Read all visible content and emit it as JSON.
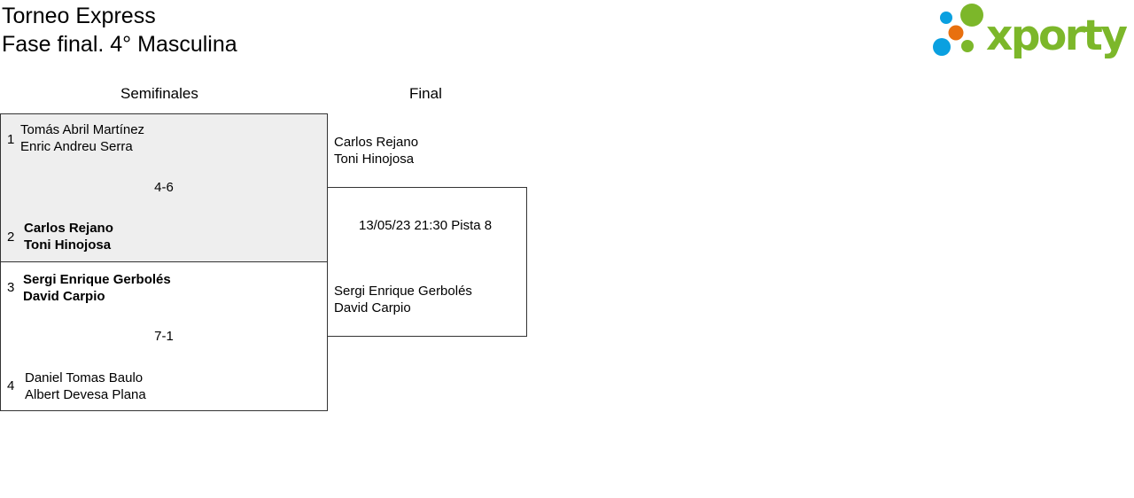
{
  "header": {
    "title": "Torneo Express",
    "subtitle": "Fase final. 4° Masculina",
    "logo_text": "xporty"
  },
  "columns": {
    "semis": "Semifinales",
    "final": "Final"
  },
  "semis": [
    {
      "score": "4-6",
      "teams": [
        {
          "seed": "1",
          "p1": "Tomás Abril Martínez",
          "p2": "Enric Andreu Serra"
        },
        {
          "seed": "2",
          "p1": "Carlos Rejano",
          "p2": "Toni Hinojosa"
        }
      ]
    },
    {
      "score": "7-1",
      "teams": [
        {
          "seed": "3",
          "p1": "Sergi Enrique Gerbolés",
          "p2": "David Carpio"
        },
        {
          "seed": "4",
          "p1": "Daniel Tomas Baulo",
          "p2": "Albert Devesa Plana"
        }
      ]
    }
  ],
  "final": {
    "schedule": "13/05/23 21:30 Pista 8",
    "teams": [
      {
        "p1": "Carlos Rejano",
        "p2": "Toni Hinojosa"
      },
      {
        "p1": "Sergi Enrique Gerbolés",
        "p2": "David Carpio"
      }
    ]
  },
  "colors": {
    "green": "#7cb72a",
    "blue": "#0aa0e0",
    "orange": "#e8700f"
  }
}
